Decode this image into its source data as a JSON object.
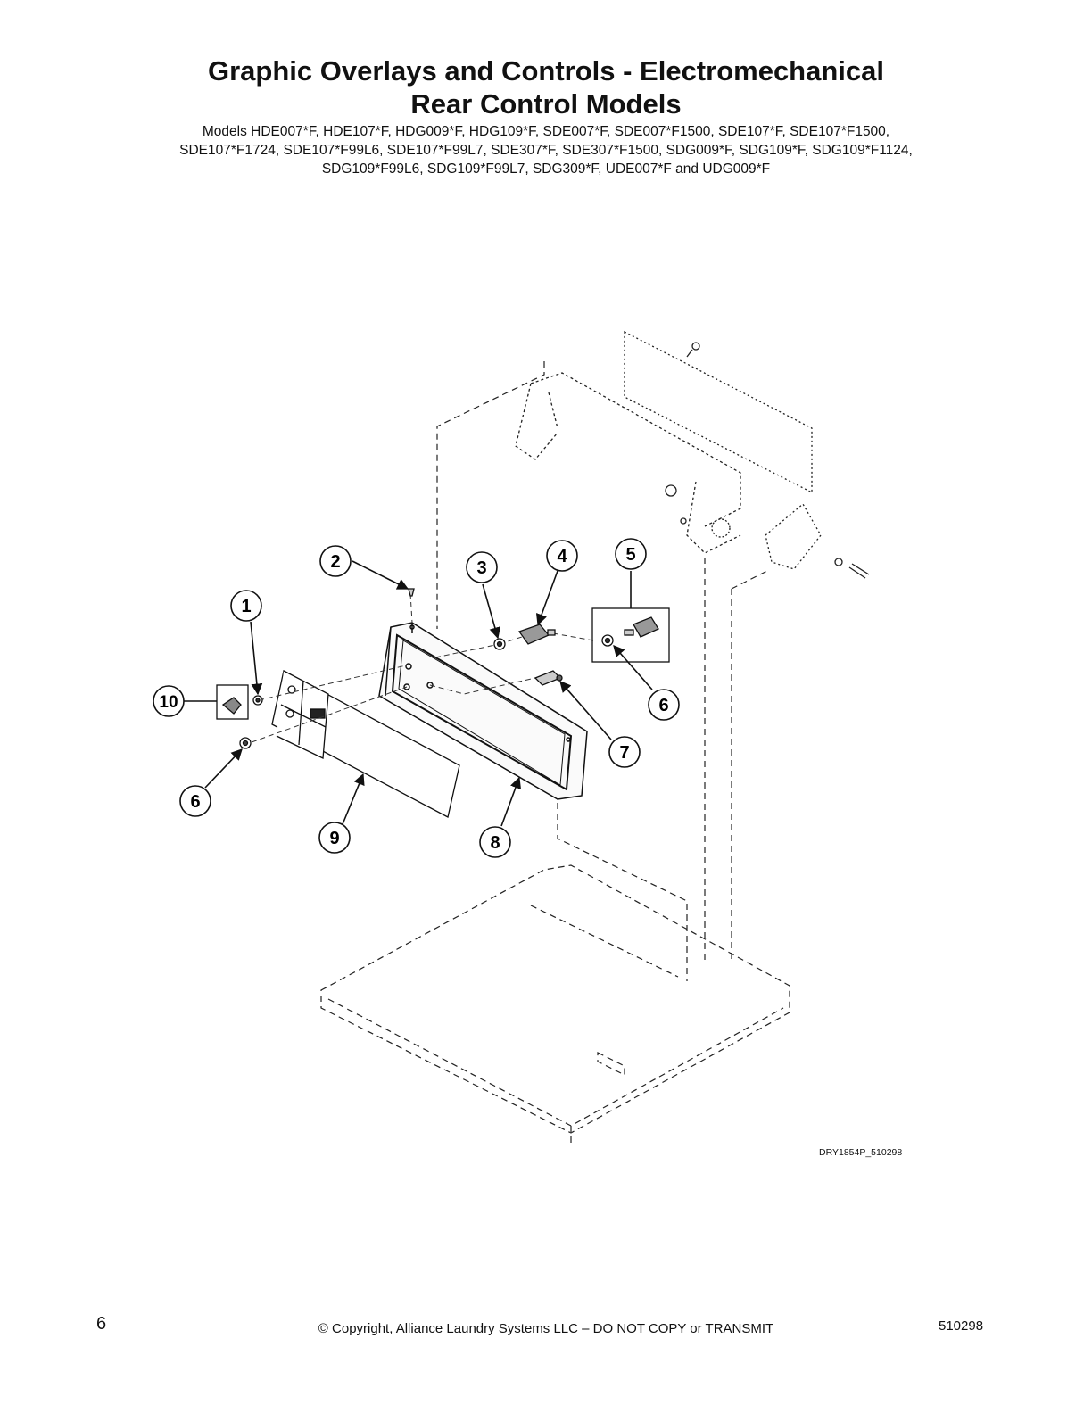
{
  "header": {
    "title_line1": "Graphic Overlays and Controls - Electromechanical",
    "title_line2": "Rear Control Models",
    "models_line1": "Models HDE007*F, HDE107*F, HDG009*F, HDG109*F, SDE007*F, SDE007*F1500, SDE107*F, SDE107*F1500,",
    "models_line2": "SDE107*F1724, SDE107*F99L6, SDE107*F99L7, SDE307*F, SDE307*F1500, SDG009*F, SDG109*F, SDG109*F1124,",
    "models_line3": "SDG109*F99L6, SDG109*F99L7, SDG309*F, UDE007*F and UDG009*F"
  },
  "diagram": {
    "callouts": [
      "1",
      "2",
      "3",
      "4",
      "5",
      "6",
      "7",
      "8",
      "9",
      "10",
      "6"
    ],
    "reference_code": "DRY1854P_510298"
  },
  "footer": {
    "page_number": "6",
    "copyright": "© Copyright, Alliance Laundry Systems LLC – DO NOT COPY or TRANSMIT",
    "doc_code": "510298"
  }
}
